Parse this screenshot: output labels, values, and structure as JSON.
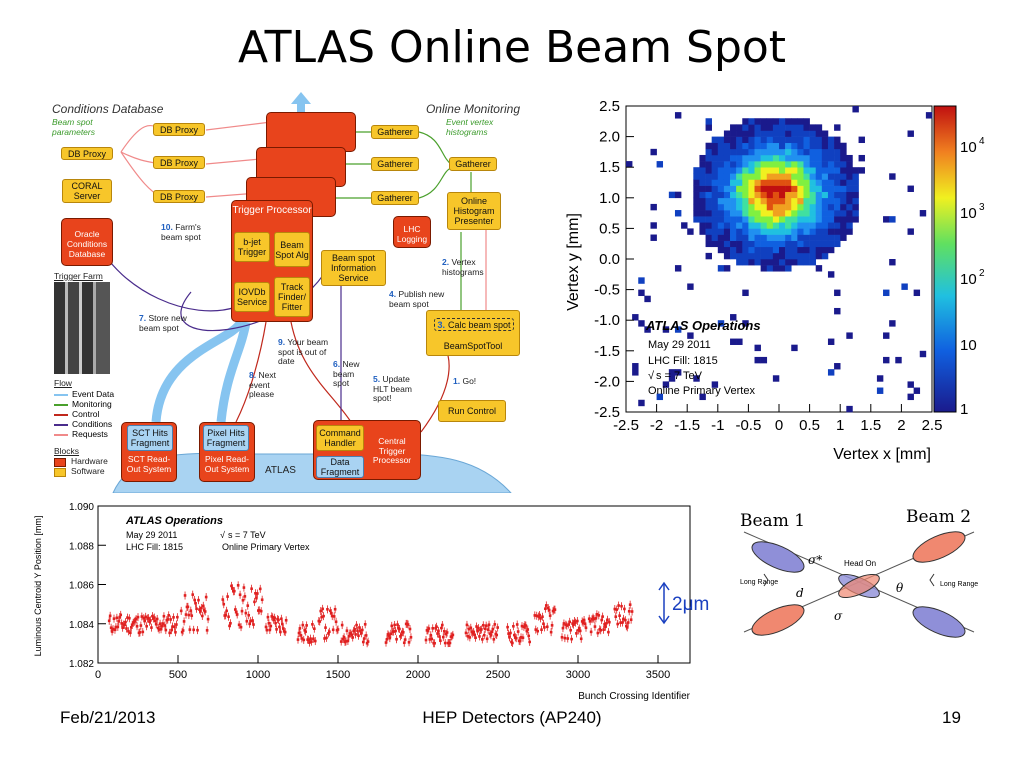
{
  "title": "ATLAS Online Beam Spot",
  "footer": {
    "date": "Feb/21/2013",
    "center": "HEP Detectors (AP240)",
    "page": "19"
  },
  "diagram": {
    "left_header": "Conditions Database",
    "right_header": "Online Monitoring",
    "beam_spot_params": "Beam spot parameters",
    "event_vertex_hist": "Event vertex histograms",
    "db_proxy": "DB Proxy",
    "coral": "CORAL Server",
    "oracle": "Oracle Conditions Database",
    "trigger_farm": "Trigger Farm",
    "gatherer": "Gatherer",
    "online_hist": "Online Histogram Presenter",
    "trigger_processor": "Trigger Processor",
    "bjet": "b-jet Trigger",
    "bsalg": "Beam Spot Alg",
    "iovdb": "IOVDb Service",
    "track": "Track Finder/ Fitter",
    "lhc_logging": "LHC Logging",
    "bs_info": "Beam spot Information Service",
    "calc": "Calc beam spot",
    "beamspottool": "BeamSpotTool",
    "run_control": "Run Control",
    "command_handler": "Command Handler",
    "ctp": "Central Trigger Processor",
    "data_fragment": "Data Fragment",
    "sct_hits": "SCT Hits Fragment",
    "pixel_hits": "Pixel Hits Fragment",
    "sct_ros": "SCT Read-Out System",
    "pixel_ros": "Pixel Read-Out System",
    "atlas": "ATLAS",
    "step1": "Go!",
    "step2": "Vertex histograms",
    "step3": "",
    "step4": "Publish new beam spot",
    "step5": "Update HLT beam spot!",
    "step6": "New beam spot",
    "step7": "Store new beam spot",
    "step8": "Next event please",
    "step9": "Your beam spot is out of date",
    "step10": "Farm's beam spot",
    "legend_flow": "Flow",
    "legend_items": [
      "Event Data",
      "Monitoring",
      "Control",
      "Conditions",
      "Requests"
    ],
    "legend_colors": [
      "#86c4f0",
      "#4aa02c",
      "#c0281c",
      "#4a2c8c",
      "#f08a8a"
    ],
    "legend_blocks": "Blocks",
    "legend_hw": "Hardware",
    "legend_sw": "Software"
  },
  "scatter": {
    "ylabel": "Vertex y [mm]",
    "xlabel": "Vertex x [mm]",
    "ticks": [
      "-2.5",
      "-2",
      "-1.5",
      "-1",
      "-0.5",
      "0",
      "0.5",
      "1",
      "1.5",
      "2",
      "2.5"
    ],
    "yticks": [
      "2.5",
      "2.0",
      "1.5",
      "1.0",
      "0.5",
      "0.0",
      "-0.5",
      "-1.0",
      "-1.5",
      "-2.0",
      "-2.5"
    ],
    "colorbar_ticks": [
      "10",
      "10",
      "10",
      "10",
      "1"
    ],
    "colorbar_exp": [
      "4",
      "3",
      "2",
      "",
      ""
    ],
    "ops": "ATLAS Operations",
    "date": "May 29 2011",
    "fill": "LHC Fill: 1815",
    "energy": "s = 7 TeV",
    "vertex": "Online Primary Vertex"
  },
  "lumi": {
    "ylabel": "Luminous Centroid Y Position [mm]",
    "xlabel": "Bunch Crossing Identifier",
    "yticks": [
      "1.090",
      "1.088",
      "1.086",
      "1.084",
      "1.082"
    ],
    "xticks": [
      "0",
      "500",
      "1000",
      "1500",
      "2000",
      "2500",
      "3000",
      "3500"
    ],
    "ops": "ATLAS Operations",
    "date": "May 29 2011",
    "fill": "LHC Fill: 1815",
    "energy": "s = 7 TeV",
    "vertex": "Online Primary Vertex",
    "scale": "2μm"
  },
  "chart_data": [
    {
      "type": "heatmap",
      "xlabel": "Vertex x [mm]",
      "ylabel": "Vertex y [mm]",
      "xlim": [
        -2.5,
        2.5
      ],
      "ylim": [
        -2.5,
        2.5
      ],
      "peak": [
        -0.05,
        1.08
      ],
      "color_scale": "log",
      "zlim": [
        1,
        50000
      ]
    },
    {
      "type": "scatter",
      "xlabel": "Bunch Crossing Identifier",
      "ylabel": "Luminous Centroid Y Position [mm]",
      "xlim": [
        0,
        3700
      ],
      "ylim": [
        1.082,
        1.09
      ],
      "trains": [
        {
          "x": [
            70,
            500
          ],
          "y": [
            1.0835,
            1.0845
          ]
        },
        {
          "x": [
            520,
            690
          ],
          "y": [
            1.0835,
            1.0855
          ]
        },
        {
          "x": [
            780,
            1030
          ],
          "y": [
            1.0838,
            1.086
          ]
        },
        {
          "x": [
            1050,
            1180
          ],
          "y": [
            1.0835,
            1.0845
          ]
        },
        {
          "x": [
            1250,
            1360
          ],
          "y": [
            1.083,
            1.084
          ]
        },
        {
          "x": [
            1380,
            1500
          ],
          "y": [
            1.0832,
            1.0848
          ]
        },
        {
          "x": [
            1520,
            1690
          ],
          "y": [
            1.083,
            1.084
          ]
        },
        {
          "x": [
            1800,
            1960
          ],
          "y": [
            1.083,
            1.084
          ]
        },
        {
          "x": [
            2050,
            2220
          ],
          "y": [
            1.083,
            1.084
          ]
        },
        {
          "x": [
            2300,
            2500
          ],
          "y": [
            1.0832,
            1.084
          ]
        },
        {
          "x": [
            2560,
            2700
          ],
          "y": [
            1.083,
            1.084
          ]
        },
        {
          "x": [
            2730,
            2860
          ],
          "y": [
            1.0835,
            1.085
          ]
        },
        {
          "x": [
            2900,
            3050
          ],
          "y": [
            1.0832,
            1.0842
          ]
        },
        {
          "x": [
            3070,
            3200
          ],
          "y": [
            1.0835,
            1.0845
          ]
        },
        {
          "x": [
            3230,
            3340
          ],
          "y": [
            1.0838,
            1.085
          ]
        }
      ]
    }
  ],
  "beams": {
    "beam1": "Beam 1",
    "beam2": "Beam 2",
    "head_on": "Head On",
    "long_range": "Long Range",
    "long_range2": "Long Range"
  }
}
